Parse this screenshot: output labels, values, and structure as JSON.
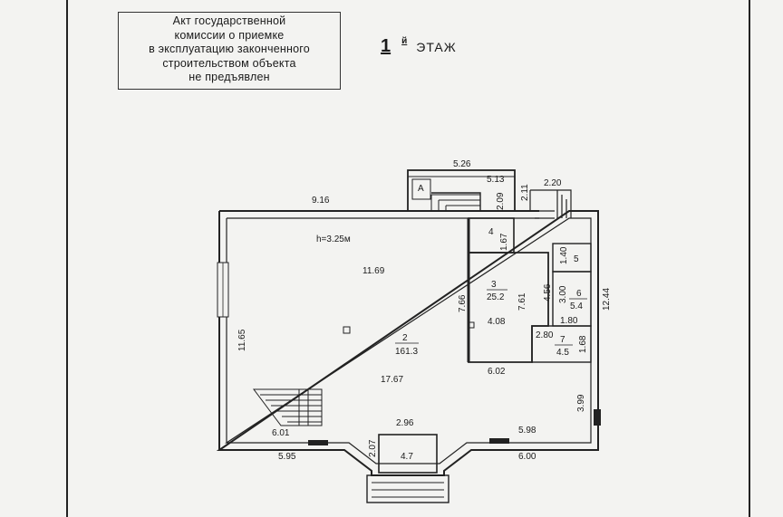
{
  "stamp": {
    "lines": [
      "Акт государственной",
      "комиссии о приемке",
      "в эксплуатацию законченного",
      "строительством объекта",
      "не предъявлен"
    ]
  },
  "floor": {
    "number": "1",
    "suffix": "й",
    "word": "ЭТАЖ"
  },
  "porch_letter": "А",
  "rooms": [
    {
      "id": "2",
      "area": "161.3"
    },
    {
      "id": "3",
      "area": "25.2"
    },
    {
      "id": "4",
      "area": ""
    },
    {
      "id": "5",
      "area": ""
    },
    {
      "id": "6",
      "area": "5.4"
    },
    {
      "id": "7",
      "area": "4.5"
    },
    {
      "id": "",
      "area": "4.7"
    }
  ],
  "ceiling_height": "h=3.25м",
  "dimensions": {
    "top_left_wall": "9.16",
    "porch_top": "5.26",
    "porch_inner": "5.13",
    "porch_side": "2.09",
    "porch_right": "2.11",
    "right_top": "2.20",
    "right_wall": "12.44",
    "left_wall": "11.65",
    "hall_width": "11.69",
    "hall_depth": "17.67",
    "room3_left": "7.66",
    "room3_right": "7.61",
    "room3_inner": "4.08",
    "room3_bottom": "6.02",
    "room4_side": "1.67",
    "room5_side": "1.40",
    "room6_side1": "3.00",
    "room6_side2": "4.56",
    "room6_bottom": "1.80",
    "room7_side": "1.68",
    "room7_top": "2.80",
    "right_lower": "3.99",
    "bottom_left_upper": "6.01",
    "bottom_left_lower": "5.95",
    "bottom_right_upper": "5.98",
    "bottom_right_lower": "6.00",
    "entry_top": "2.96",
    "entry_side": "2.07"
  }
}
